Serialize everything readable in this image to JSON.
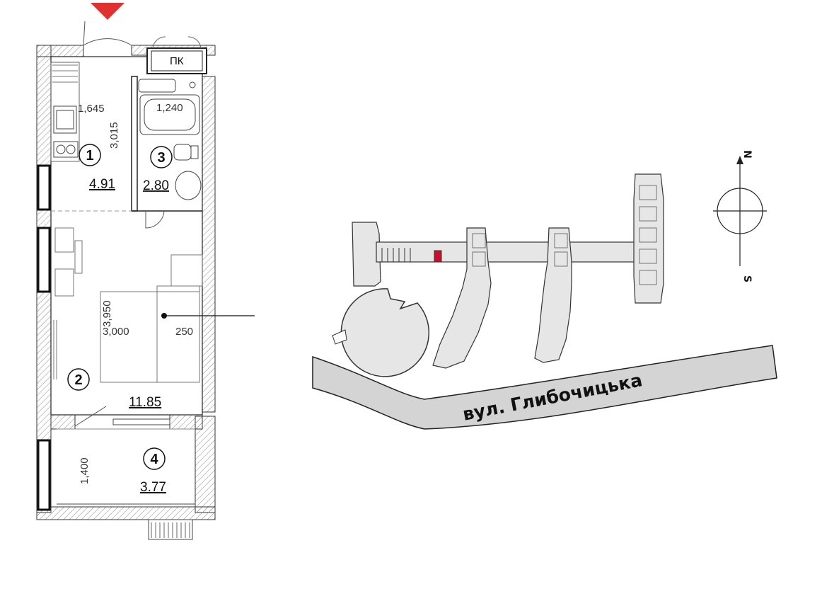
{
  "rooms": [
    {
      "number": "1",
      "area": "4.91"
    },
    {
      "number": "2",
      "area": "11.85"
    },
    {
      "number": "3",
      "area": "2.80"
    },
    {
      "number": "4",
      "area": "3.77"
    }
  ],
  "dimensions": {
    "kitchen_width": "1,645",
    "kitchen_length": "3,015",
    "bath_width": "1,240",
    "bed_length": "3,950",
    "bed_width": "3,000",
    "offset": "250",
    "balcony_depth": "1,400"
  },
  "labels": {
    "shaft": "ПК",
    "street": "вул. Глибочицька"
  },
  "compass": {
    "north": "N",
    "south": "S"
  },
  "colors": {
    "entrance_marker": "#e03030",
    "apartment_marker": "#c8102e",
    "street_fill": "#d4d4d4"
  }
}
